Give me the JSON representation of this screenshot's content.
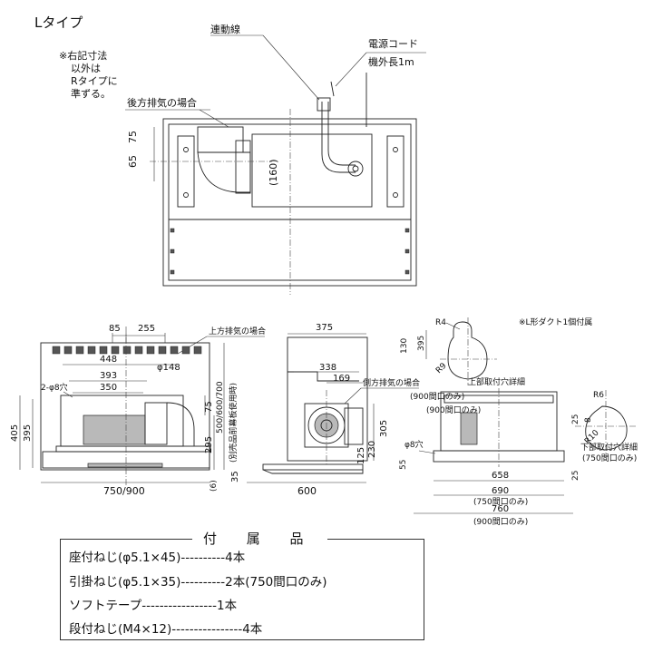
{
  "top": {
    "type_label": "Lタイプ",
    "note_lines": [
      "※右記寸法",
      "以外は",
      "Rタイプに",
      "準ずる。"
    ],
    "linkage_wire": "連動線",
    "power_cord": "電源コード",
    "cord_length": "機外長1m",
    "rear_exhaust": "後方排気の場合",
    "dim_75": "75",
    "dim_65": "65",
    "dim_160": "(160)"
  },
  "front": {
    "dim_85": "85",
    "dim_255": "255",
    "top_exhaust": "上方排気の場合",
    "dim_448": "448",
    "dim_393": "393",
    "dim_350": "350",
    "phi148": "φ148",
    "holes_2_phi8": "2-φ8穴",
    "dim_405": "405",
    "dim_395": "395",
    "dim_75": "75",
    "dim_295": "295",
    "height_range": "500/600/700",
    "height_note": "(別売品前幕板使用時)",
    "dim_6": "(6)",
    "width": "750/900"
  },
  "side": {
    "dim_375": "375",
    "dim_338": "338",
    "dim_169": "169",
    "side_exhaust": "側方排気の場合",
    "dim_305": "305",
    "dim_230": "230",
    "dim_125": "125",
    "dim_35": "35",
    "depth": "600"
  },
  "right": {
    "duct_note": "※L形ダクト1個付属",
    "r4": "R4",
    "dim_395": "395",
    "dim_130": "130",
    "r9": "R9",
    "upper_holes": "上部取付穴詳細",
    "only_900_a": "(900間口のみ)",
    "only_900_b": "(900間口のみ)",
    "phi8_hole": "φ8穴",
    "dim_55": "55",
    "dim_658": "658",
    "dim_690": "690",
    "note_750": "(750間口のみ)",
    "dim_760": "760",
    "note_900": "(900間口のみ)",
    "r6": "R6",
    "dim_8": "8",
    "r10": "R10",
    "dim_25a": "25",
    "dim_25b": "25",
    "lower_holes": "下部取付穴詳細",
    "lower_note": "(750間口のみ)"
  },
  "accessories": {
    "title": "付 属 品",
    "rows": [
      {
        "name": "座付ねじ(φ5.1×45)",
        "dots": "----------",
        "qty": "4本"
      },
      {
        "name": "引掛ねじ(φ5.1×35)",
        "dots": "----------",
        "qty": "2本(750間口のみ)"
      },
      {
        "name": "ソフトテープ",
        "dots": "-----------------",
        "qty": "1本"
      },
      {
        "name": "段付ねじ(M4×12)",
        "dots": "----------------",
        "qty": "4本"
      }
    ]
  }
}
